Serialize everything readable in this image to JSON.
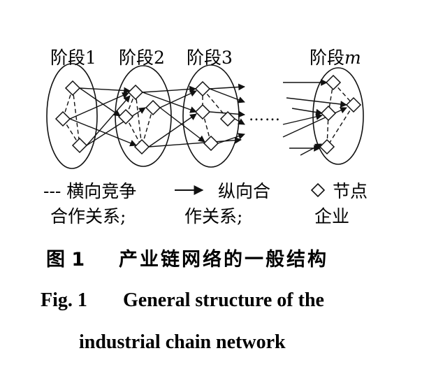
{
  "diagram": {
    "stages": [
      {
        "label": "阶段1"
      },
      {
        "label": "阶段2"
      },
      {
        "label": "阶段3"
      },
      {
        "label_prefix": "阶段",
        "label_var": "m"
      }
    ],
    "dots": "……",
    "legend": {
      "competition_line1": "--- 横向竞争",
      "competition_line2": "合作关系;",
      "cooperation_line1": "纵向合",
      "cooperation_line2": "作关系;",
      "node_line1": "节点",
      "node_line2": "企业"
    }
  },
  "caption": {
    "cn_figure": "图 1",
    "cn_title": "产业链网络的一般结构",
    "en_figure": "Fig. 1",
    "en_title_line1": "General structure of the",
    "en_title_line2": "industrial chain network"
  }
}
